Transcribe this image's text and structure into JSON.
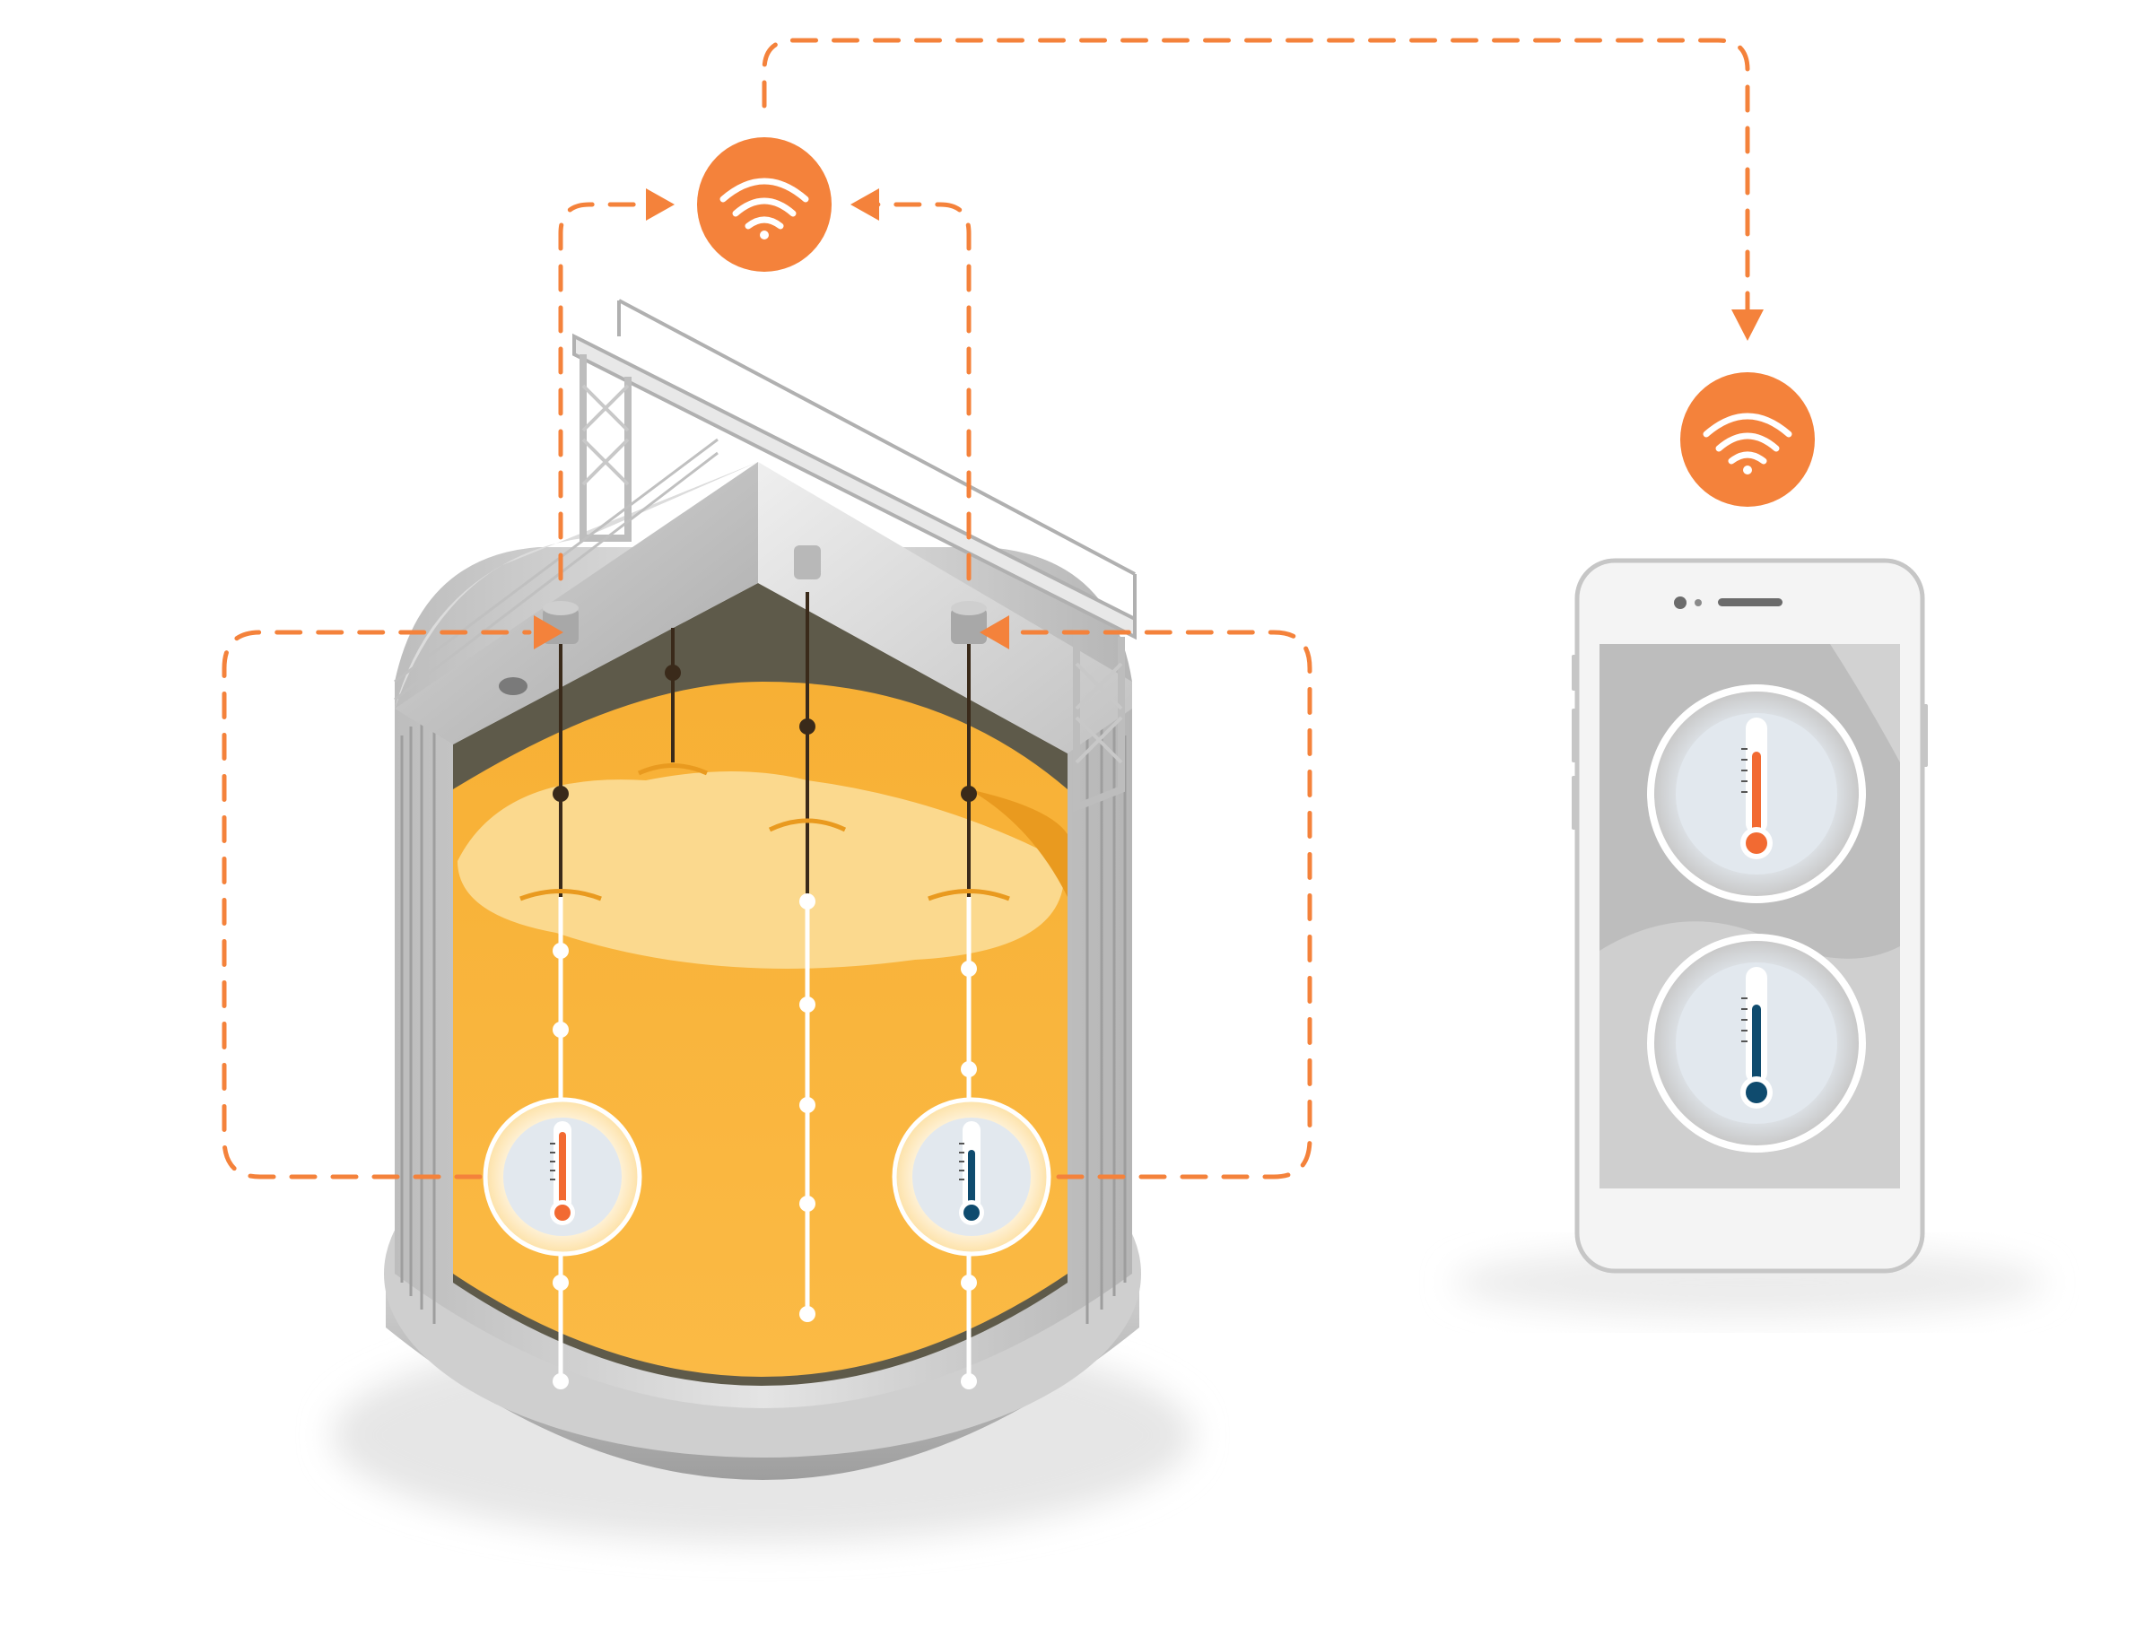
{
  "colors": {
    "accent": "#f4823b",
    "grain_light": "#fbd98e",
    "grain": "#fbb843",
    "grain_dark": "#e99a1f",
    "steel_light": "#e8e8e8",
    "steel": "#c4c4c4",
    "steel_dark": "#8e8e8e",
    "temp_hot": "#f26a32",
    "temp_cold": "#0f4b6e",
    "phone_frame": "#f4f4f4",
    "phone_screen": "#bdbdbd",
    "gauge_face": "#e2e8ee"
  },
  "icons": {
    "hub": "wifi-icon",
    "phone_link": "wifi-icon",
    "sensor": "thermometer-icon"
  },
  "diagram": {
    "silo": {
      "cables": 4,
      "sensors": [
        {
          "id": "left",
          "reading": "hot"
        },
        {
          "id": "right",
          "reading": "cold"
        }
      ]
    },
    "phone": {
      "gauges": [
        {
          "reading": "hot"
        },
        {
          "reading": "cold"
        }
      ]
    }
  }
}
